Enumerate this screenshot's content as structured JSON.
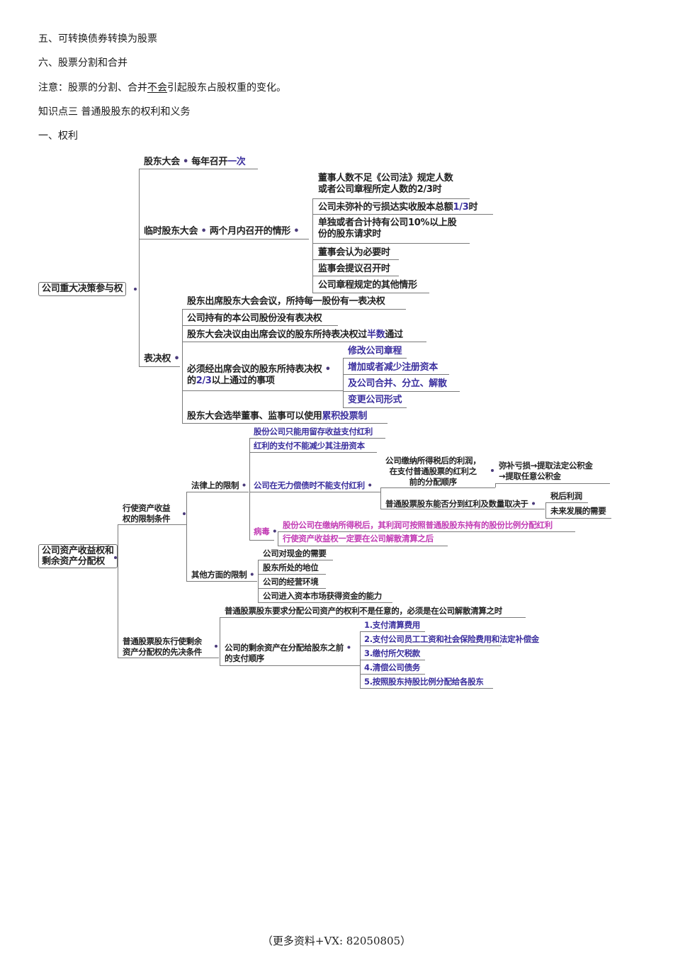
{
  "paragraphs": {
    "p1": "五、可转换债券转换为股票",
    "p2": "六、股票分割和合并",
    "p3_pre": "注意：股票的分割、合并",
    "p3_u": "不会",
    "p3_post": "引起股东占股权重的变化。",
    "p4": "知识点三 普通股股东的权利和义务",
    "p5": "一、权利"
  },
  "mindmap1": {
    "root": "公司重大决策参与权",
    "agm": {
      "label": "股东大会",
      "child_pre": "每年召开",
      "child_hl": "一次"
    },
    "egm": {
      "label": "临时股东大会",
      "sub": "两个月内召开的情形",
      "items": [
        {
          "l1": "董事人数不足《公司法》规定人数",
          "l2": "或者公司章程所定人数的2/3时"
        },
        {
          "pre": "公司未弥补的亏损达实收股本总额",
          "hl": "1/3",
          "post": "时"
        },
        {
          "l1": "单独或者合计持有公司10%以上股",
          "l2": "份的股东请求时"
        },
        {
          "text": "董事会认为必要时"
        },
        {
          "text": "监事会提议召开时"
        },
        {
          "text": "公司章程规定的其他情形"
        }
      ]
    },
    "vote": {
      "label": "表决权",
      "items": [
        {
          "text": "股东出席股东大会会议，所持每一股份有一表决权"
        },
        {
          "text": "公司持有的本公司股份没有表决权"
        },
        {
          "pre": "股东大会决议由出席会议的股东所持表决权过",
          "hl": "半数",
          "post": "通过"
        },
        {
          "l1": "必须经出席会议的股东所持表决权",
          "l2_pre": "的",
          "l2_hl": "2/3",
          "l2_post": "以上通过的事项"
        },
        {
          "pre": "股东大会选举董事、监事可以使用",
          "hl": "累积投票制"
        }
      ],
      "supermajority": [
        "修改公司章程",
        "增加或者减少注册资本",
        "及公司合并、分立、解散",
        "变更公司形式"
      ]
    }
  },
  "mindmap2": {
    "root_l1": "公司资产收益权和",
    "root_l2": "剩余资产分配权",
    "limits": {
      "l1": "行使资产收益",
      "l2": "权的限制条件",
      "legal": {
        "label": "法律上的限制",
        "items": [
          "股份公司只能用留存收益支付红利",
          "红利的支付不能减少其注册资本",
          "公司在无力偿债时不能支付红利"
        ],
        "order": {
          "l1": "公司缴纳所得税后的利润，",
          "l2": "在支付普通股票的红利之",
          "l3": "前的分配顺序",
          "c1": "弥补亏损→提取法定公积金",
          "c2": "→提取任意公积金"
        },
        "depends": {
          "label": "普通股票股东能否分到红利及数量取决于",
          "items": [
            "税后利润",
            "未来发展的需要"
          ]
        },
        "virus": {
          "label": "病毒",
          "items": [
            "股份公司在缴纳所得税后，其利润可按照普通股股东持有的股份比例分配红利",
            "行使资产收益权一定要在公司解散清算之后"
          ]
        }
      },
      "other": {
        "label": "其他方面的限制",
        "items": [
          "公司对现金的需要",
          "股东所处的地位",
          "公司的经营环境",
          "公司进入资本市场获得资金的能力"
        ]
      }
    },
    "residual": {
      "l1": "普通股票股东行使剩余",
      "l2": "资产分配权的先决条件",
      "item1": "普通股票股东要求分配公司资产的权利不是任意的，必须是在公司解散清算之时",
      "order_l1": "公司的剩余资产在分配给股东之前",
      "order_l2": "的支付顺序",
      "steps": [
        "1.支付清算费用",
        "2.支付公司员工工资和社会保险费用",
        "和法定补偿金",
        "3.缴付所欠税款",
        "4.清偿公司债务",
        "5.按照股东持股比例分配给各股东"
      ]
    }
  },
  "footer": "（更多资料+VX:  82050805）",
  "colors": {
    "highlight_blue": "#3b2f9e",
    "highlight_magenta": "#c23bb4",
    "text": "#222222",
    "connector": "#7a7a7a"
  }
}
